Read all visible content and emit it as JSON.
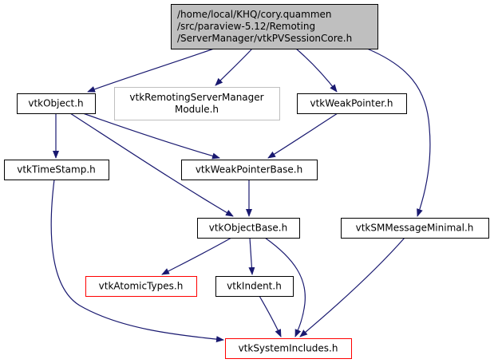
{
  "diagram": {
    "type": "include-dependency-graph",
    "colors": {
      "edge": "#191970",
      "root_fill": "#bfbfbf",
      "root_stroke": "#000000",
      "normal_stroke": "#000000",
      "missing_stroke": "#ff0000",
      "external_stroke": "#bfbfbf",
      "node_fill": "#ffffff"
    },
    "nodes": [
      {
        "id": "root",
        "kind": "root",
        "lines": [
          "/home/local/KHQ/cory.quammen",
          "/src/paraview-5.12/Remoting",
          "/ServerManager/vtkPVSessionCore.h"
        ]
      },
      {
        "id": "vtkObject",
        "kind": "normal",
        "lines": [
          "vtkObject.h"
        ]
      },
      {
        "id": "vtkRemotingServerManagerModule",
        "kind": "external",
        "lines": [
          "vtkRemotingServerManager",
          "Module.h"
        ]
      },
      {
        "id": "vtkWeakPointer",
        "kind": "normal",
        "lines": [
          "vtkWeakPointer.h"
        ]
      },
      {
        "id": "vtkTimeStamp",
        "kind": "normal",
        "lines": [
          "vtkTimeStamp.h"
        ]
      },
      {
        "id": "vtkWeakPointerBase",
        "kind": "normal",
        "lines": [
          "vtkWeakPointerBase.h"
        ]
      },
      {
        "id": "vtkObjectBase",
        "kind": "normal",
        "lines": [
          "vtkObjectBase.h"
        ]
      },
      {
        "id": "vtkSMMessageMinimal",
        "kind": "normal",
        "lines": [
          "vtkSMMessageMinimal.h"
        ]
      },
      {
        "id": "vtkAtomicTypes",
        "kind": "missing",
        "lines": [
          "vtkAtomicTypes.h"
        ]
      },
      {
        "id": "vtkIndent",
        "kind": "normal",
        "lines": [
          "vtkIndent.h"
        ]
      },
      {
        "id": "vtkSystemIncludes",
        "kind": "missing",
        "lines": [
          "vtkSystemIncludes.h"
        ]
      }
    ],
    "edges": [
      {
        "from": "root",
        "to": "vtkObject"
      },
      {
        "from": "root",
        "to": "vtkRemotingServerManagerModule"
      },
      {
        "from": "root",
        "to": "vtkWeakPointer"
      },
      {
        "from": "root",
        "to": "vtkSMMessageMinimal"
      },
      {
        "from": "vtkObject",
        "to": "vtkTimeStamp"
      },
      {
        "from": "vtkObject",
        "to": "vtkWeakPointerBase"
      },
      {
        "from": "vtkObject",
        "to": "vtkObjectBase"
      },
      {
        "from": "vtkWeakPointer",
        "to": "vtkWeakPointerBase"
      },
      {
        "from": "vtkWeakPointerBase",
        "to": "vtkObjectBase"
      },
      {
        "from": "vtkTimeStamp",
        "to": "vtkSystemIncludes"
      },
      {
        "from": "vtkObjectBase",
        "to": "vtkAtomicTypes"
      },
      {
        "from": "vtkObjectBase",
        "to": "vtkIndent"
      },
      {
        "from": "vtkObjectBase",
        "to": "vtkSystemIncludes"
      },
      {
        "from": "vtkIndent",
        "to": "vtkSystemIncludes"
      },
      {
        "from": "vtkSMMessageMinimal",
        "to": "vtkSystemIncludes"
      }
    ]
  }
}
